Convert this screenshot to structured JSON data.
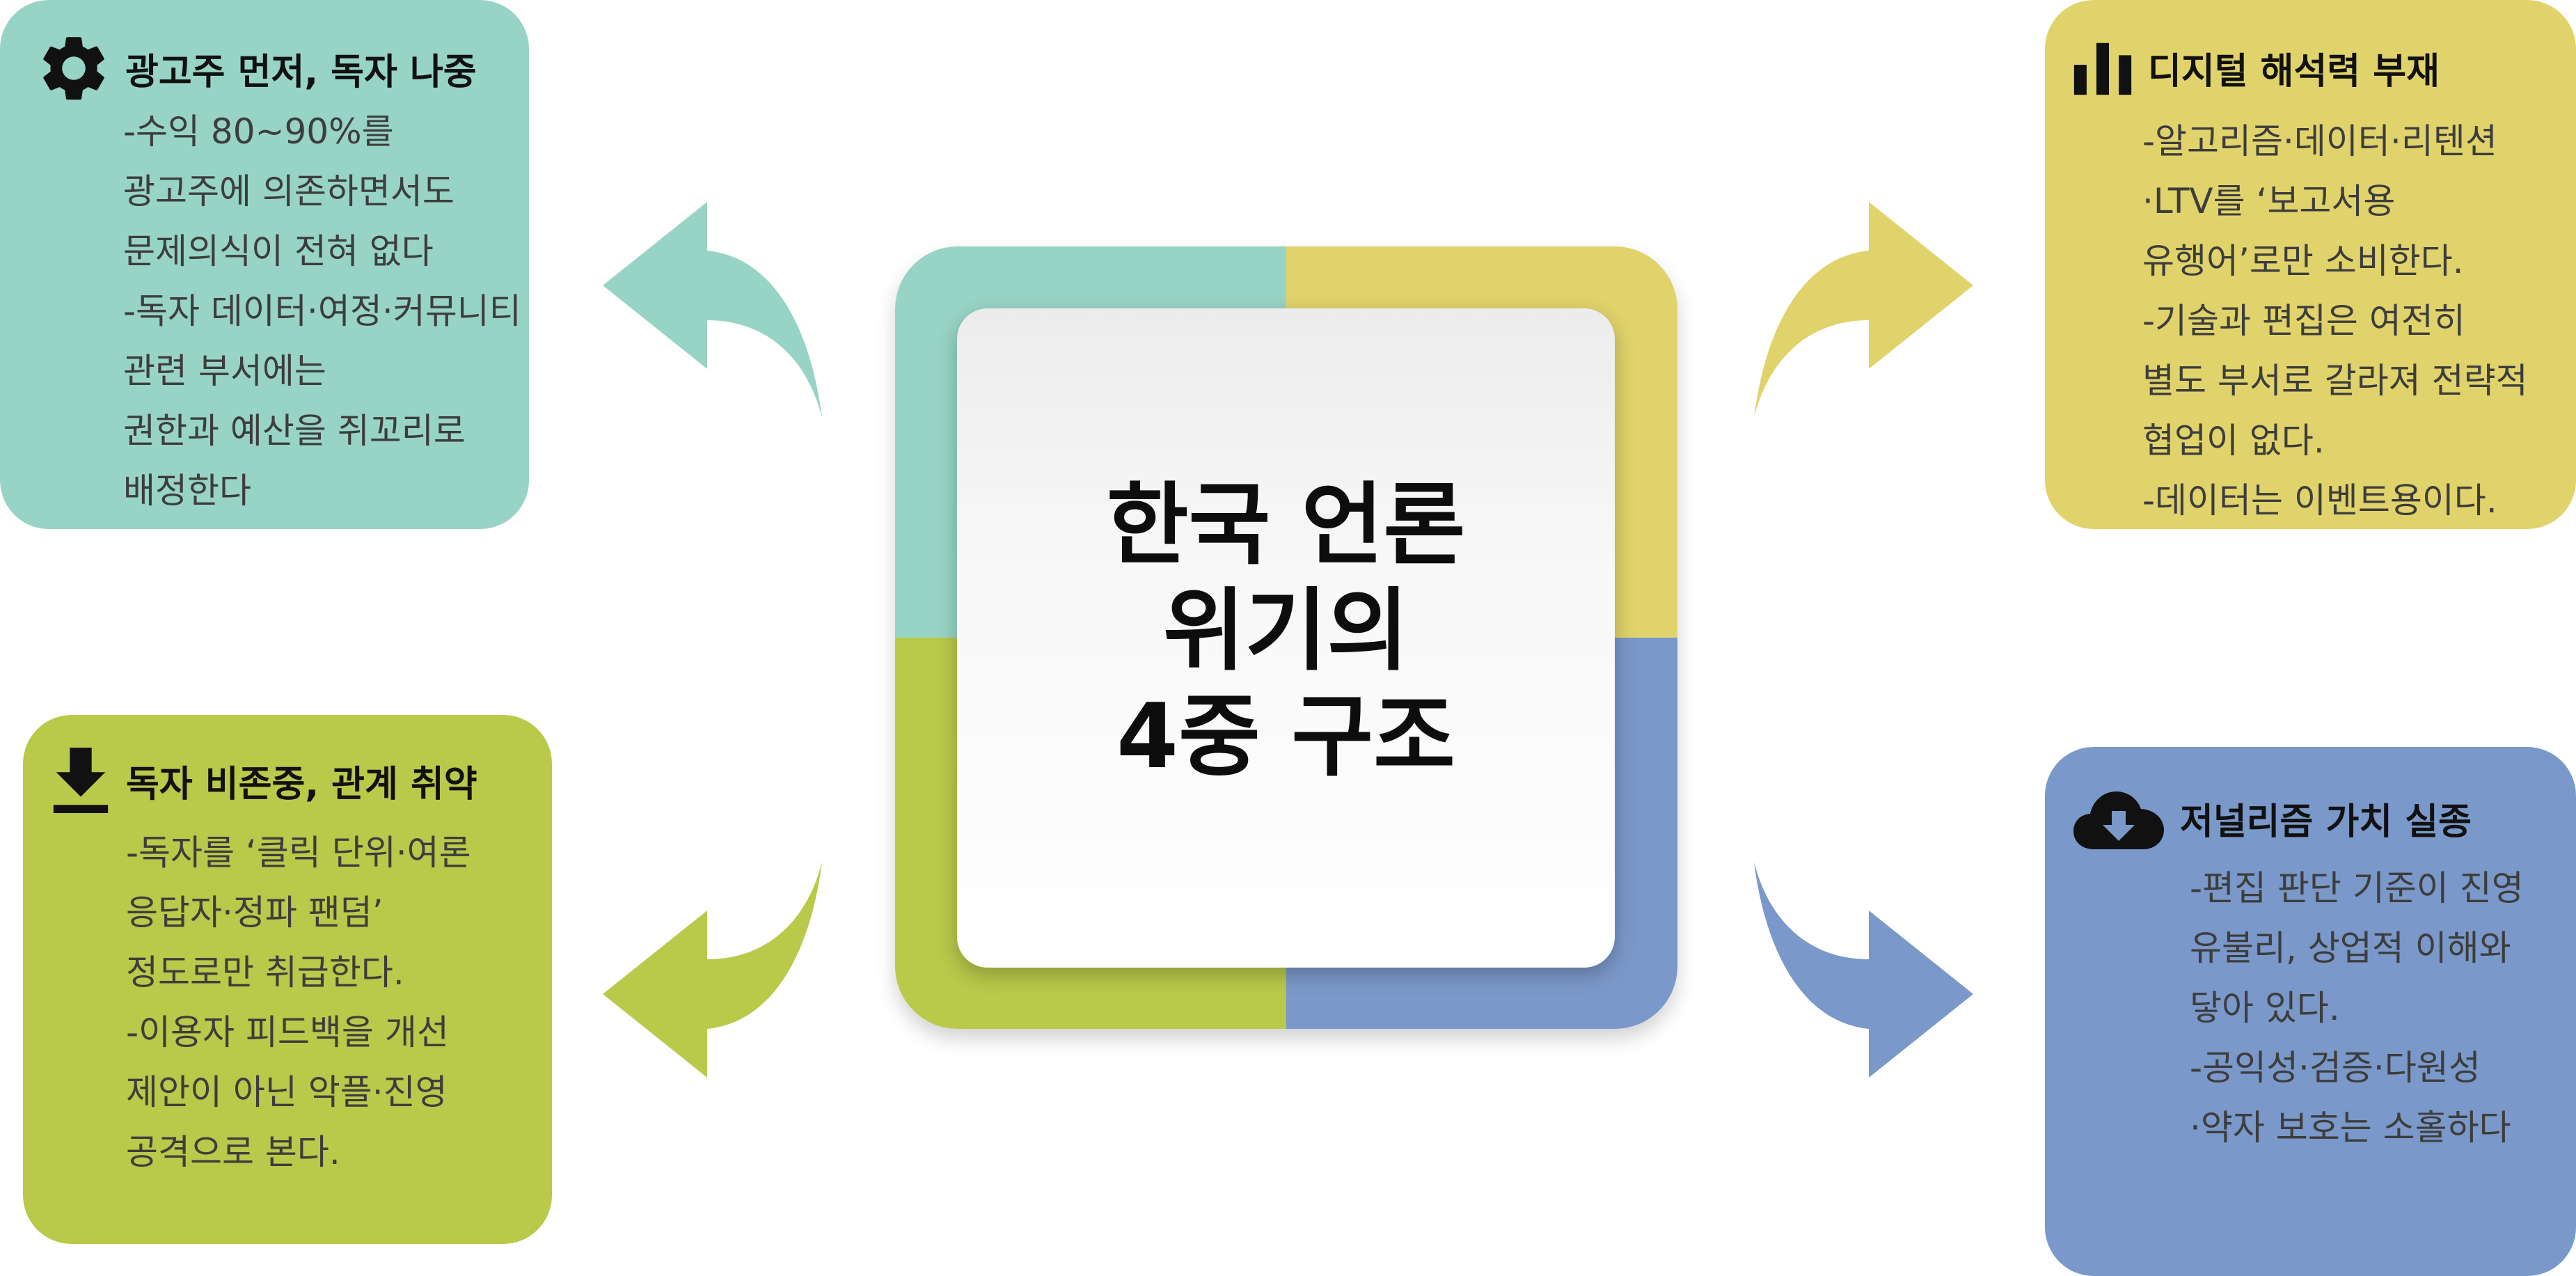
{
  "center": {
    "title_lines": [
      "한국 언론",
      "위기의",
      "4중 구조"
    ]
  },
  "cards": {
    "top_left": {
      "icon": "gear-icon",
      "color": "#98d4c5",
      "title": "광고주 먼저, 독자 나중",
      "lines": [
        "-수익 80~90%를",
        "광고주에 의존하면서도",
        "문제의식이 전혀 없다",
        "-독자 데이터·여정·커뮤니티",
        "관련 부서에는",
        "권한과 예산을 쥐꼬리로",
        "배정한다"
      ]
    },
    "top_right": {
      "icon": "bar-chart-icon",
      "color": "#e1d36b",
      "title": "디지털 해석력 부재",
      "lines": [
        "-알고리즘·데이터·리텐션",
        "·LTV를 ‘보고서용",
        "유행어’로만 소비한다.",
        "-기술과 편집은 여전히",
        "별도 부서로 갈라져 전략적",
        "협업이 없다.",
        "-데이터는 이벤트용이다."
      ]
    },
    "bottom_left": {
      "icon": "download-icon",
      "color": "#b9c94a",
      "title": "독자 비존중, 관계 취약",
      "lines": [
        "-독자를 ‘클릭 단위·여론",
        "응답자·정파 팬덤’",
        "정도로만 취급한다.",
        "-이용자 피드백을 개선",
        "제안이 아닌 악플·진영",
        "공격으로 본다."
      ]
    },
    "bottom_right": {
      "icon": "cloud-download-icon",
      "color": "#7a98c9",
      "title": "저널리즘 가치 실종",
      "lines": [
        "-편집 판단 기준이  진영",
        "유불리, 상업적 이해와",
        "닿아 있다.",
        "-공익성·검증·다원성",
        "·약자 보호는 소홀하다"
      ]
    }
  }
}
